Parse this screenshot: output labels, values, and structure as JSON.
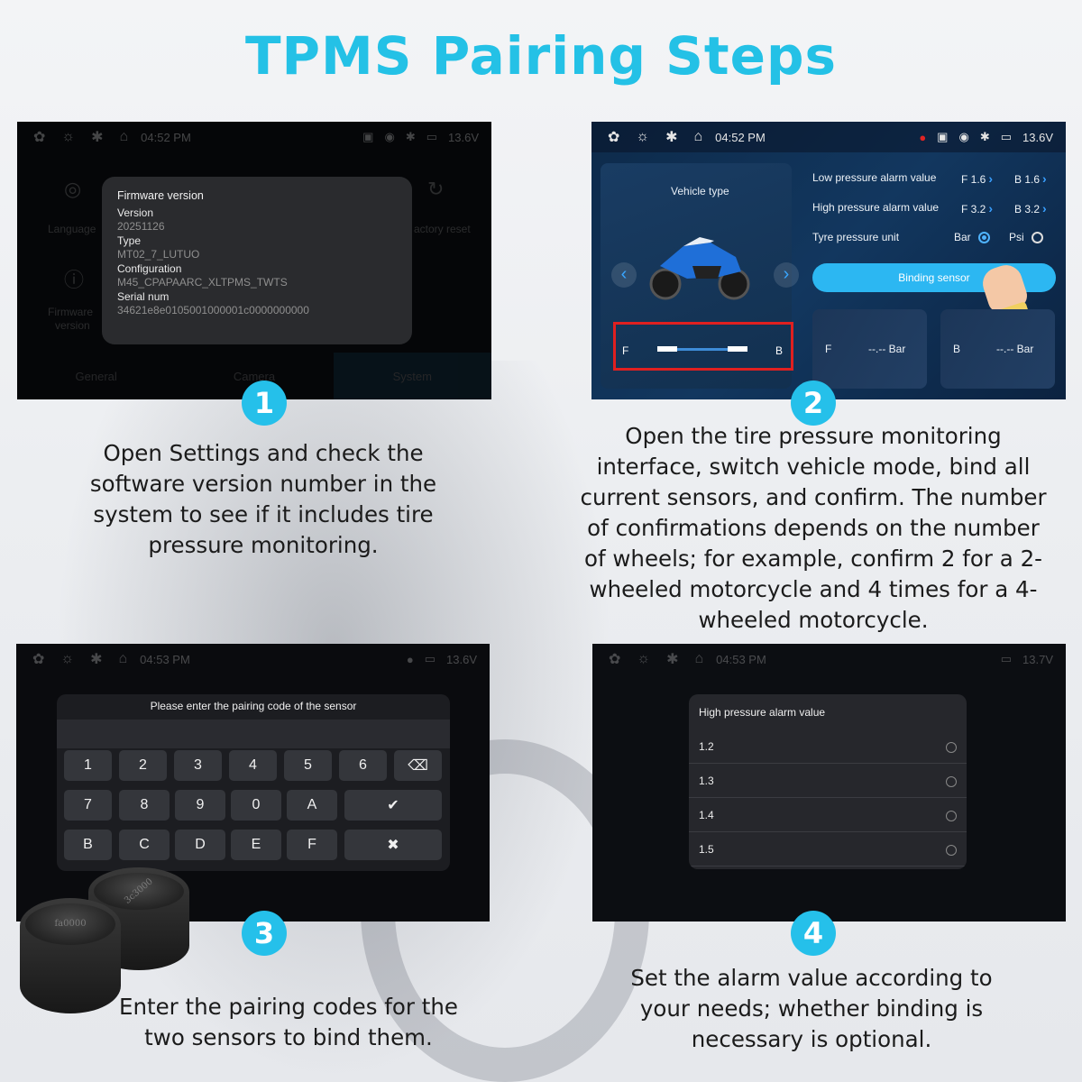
{
  "title": "TPMS Pairing Steps",
  "status": {
    "time_1": "04:52 PM",
    "time_2": "04:52 PM",
    "time_3": "04:53 PM",
    "time_4": "04:53 PM",
    "voltage_1": "13.6V",
    "voltage_2": "13.6V",
    "voltage_3": "13.6V",
    "voltage_4": "13.7V"
  },
  "step1": {
    "badge": "1",
    "bg_labels": {
      "language": "Language",
      "factory_reset": "actory reset",
      "firmware": "Firmware",
      "firmware2": "version"
    },
    "tabs": [
      "General",
      "Camera",
      "System"
    ],
    "firmware_title": "Firmware version",
    "fields": [
      {
        "key": "Version",
        "value": "20251126"
      },
      {
        "key": "Type",
        "value": "MT02_7_LUTUO"
      },
      {
        "key": "Configuration",
        "value": "M45_CPAPAARC_XLTPMS_TWTS"
      },
      {
        "key": "Serial num",
        "value": "34621e8e0105001000001c0000000000"
      }
    ],
    "caption": "Open Settings and check the software version number in the system to see if it includes tire pressure monitoring."
  },
  "step2": {
    "badge": "2",
    "vehicle_type_label": "Vehicle type",
    "fb_front": "F",
    "fb_back": "B",
    "low_label": "Low pressure alarm value",
    "low_f": "F 1.6",
    "low_b": "B 1.6",
    "high_label": "High pressure alarm value",
    "high_f": "F 3.2",
    "high_b": "B 3.2",
    "unit_label": "Tyre pressure unit",
    "unit_bar": "Bar",
    "unit_psi": "Psi",
    "binding_button": "Binding sensor",
    "tile_front_label": "F",
    "tile_front_value": "--.-- Bar",
    "tile_back_label": "B",
    "tile_back_value": "--.-- Bar",
    "caption": "Open the tire pressure monitoring interface, switch vehicle mode, bind all current sensors, and confirm. The number of confirmations depends on the number of wheels; for example, confirm 2 for a 2-wheeled motorcycle and 4 times for a 4-wheeled motorcycle."
  },
  "step3": {
    "badge": "3",
    "keypad_title": "Please enter the pairing code of the sensor",
    "keys_row1": [
      "1",
      "2",
      "3",
      "4",
      "5",
      "6"
    ],
    "keys_row2": [
      "7",
      "8",
      "9",
      "0",
      "A"
    ],
    "keys_row3": [
      "B",
      "C",
      "D",
      "E",
      "F"
    ],
    "backspace_icon": "⌫",
    "confirm_icon": "✔",
    "clear_icon": "✖",
    "sensor_code_1": "fa0000",
    "sensor_code_2": "3c3000",
    "caption": "Enter the pairing codes for the two sensors to bind them."
  },
  "step4": {
    "badge": "4",
    "panel_title": "High pressure alarm value",
    "options": [
      "1.2",
      "1.3",
      "1.4",
      "1.5"
    ],
    "caption": "Set the alarm value according to your needs; whether binding is necessary is optional."
  }
}
